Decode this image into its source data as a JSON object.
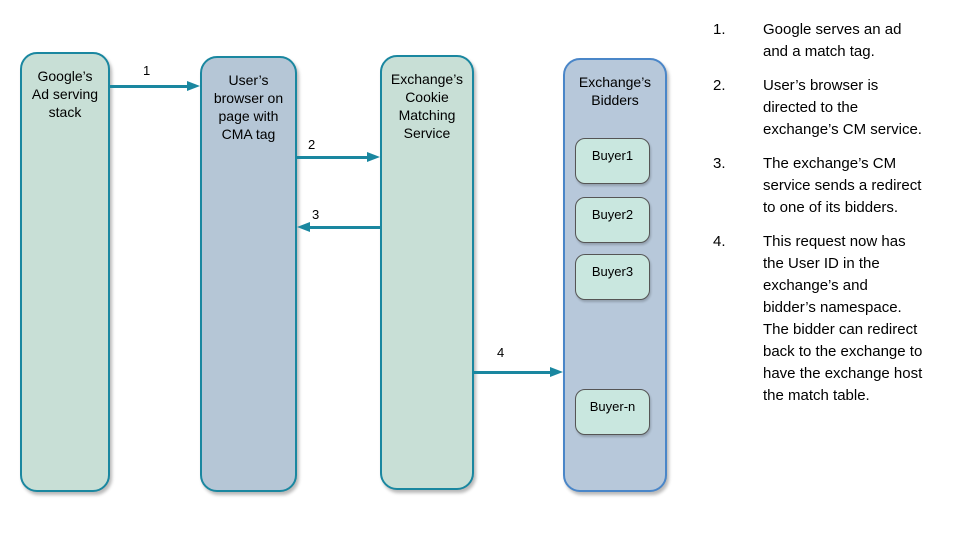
{
  "diagram": {
    "columns": [
      {
        "id": "google",
        "label": "Google’s\nAd serving\nstack"
      },
      {
        "id": "browser",
        "label": "User’s\nbrowser on\npage with\nCMA tag"
      },
      {
        "id": "cm",
        "label": "Exchange’s\nCookie\nMatching\nService"
      },
      {
        "id": "bidders",
        "label": "Exchange’s\nBidders"
      }
    ],
    "buyers": [
      {
        "label": "Buyer1"
      },
      {
        "label": "Buyer2"
      },
      {
        "label": "Buyer3"
      },
      {
        "label": "Buyer-n"
      }
    ],
    "arrows": [
      {
        "label": "1",
        "from": "google",
        "to": "browser",
        "direction": "right"
      },
      {
        "label": "2",
        "from": "browser",
        "to": "cm",
        "direction": "right"
      },
      {
        "label": "3",
        "from": "cm",
        "to": "browser",
        "direction": "left"
      },
      {
        "label": "4",
        "from": "cm",
        "to": "bidders",
        "direction": "right"
      }
    ],
    "colors": {
      "green_fill": "#c8dfd6",
      "blue_fill": "#b5c6d6",
      "bidders_fill": "#b7c8da",
      "teal_border": "#1a87a0",
      "blue_border": "#4a86c8",
      "buyer_fill": "#c9e7df",
      "buyer_border": "#555555",
      "arrow": "#1a87a0"
    }
  },
  "steps": [
    {
      "number": "1.",
      "text": "Google serves an ad and a match tag."
    },
    {
      "number": "2.",
      "text": "User’s browser is directed to the exchange’s CM service."
    },
    {
      "number": "3.",
      "text": "The exchange’s CM service sends a redirect to one of its bidders."
    },
    {
      "number": "4.",
      "text": "This request now has the User ID in the exchange’s and bidder’s namespace. The bidder can redirect back to the exchange to have the exchange host the match table."
    }
  ]
}
